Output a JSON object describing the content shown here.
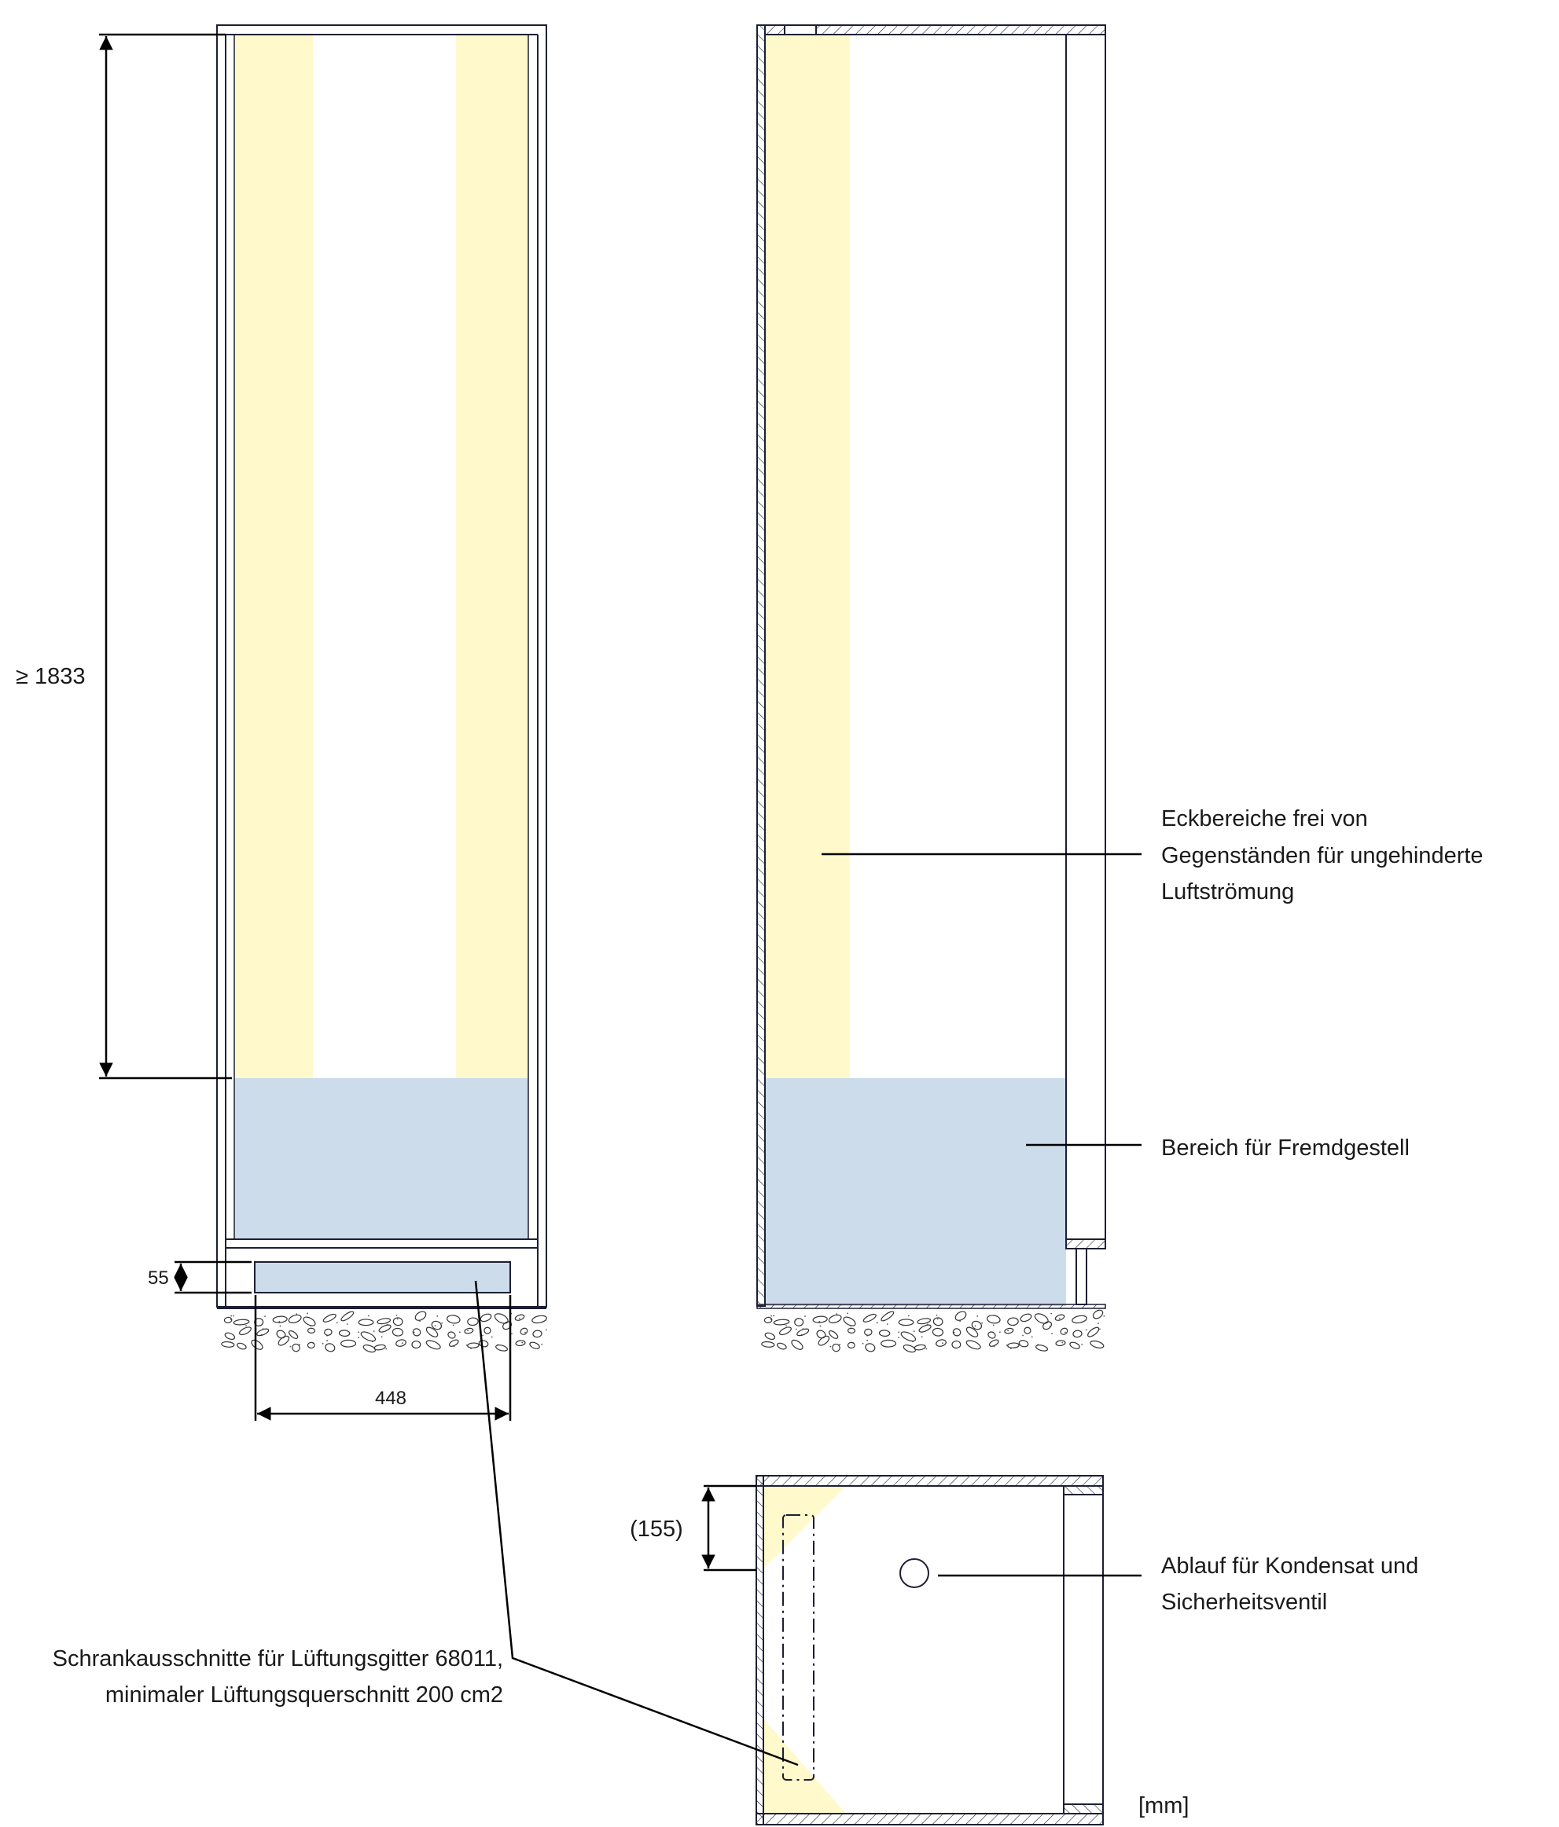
{
  "colors": {
    "air_zone": "#fff9cc",
    "rack_zone": "#ccdcea",
    "line": "#1c1f33"
  },
  "front_view": {
    "height_dimension": "≥ 1833",
    "vent_height_dimension": "55",
    "vent_width_dimension": "448"
  },
  "top_view": {
    "depth_dimension": "(155)"
  },
  "annotations": {
    "corner_areas": [
      "Eckbereiche frei von",
      "Gegenständen für ungehinderte",
      "Luftströmung"
    ],
    "rack_area": "Bereich für Fremdgestell",
    "vent_cutouts": [
      "Schrankausschnitte für Lüftungsgitter 68011,",
      "minimaler Lüftungsquerschnitt 200 cm2"
    ],
    "drain": [
      "Ablauf für Kondensat und",
      "Sicherheitsventil"
    ]
  },
  "unit": "[mm]"
}
